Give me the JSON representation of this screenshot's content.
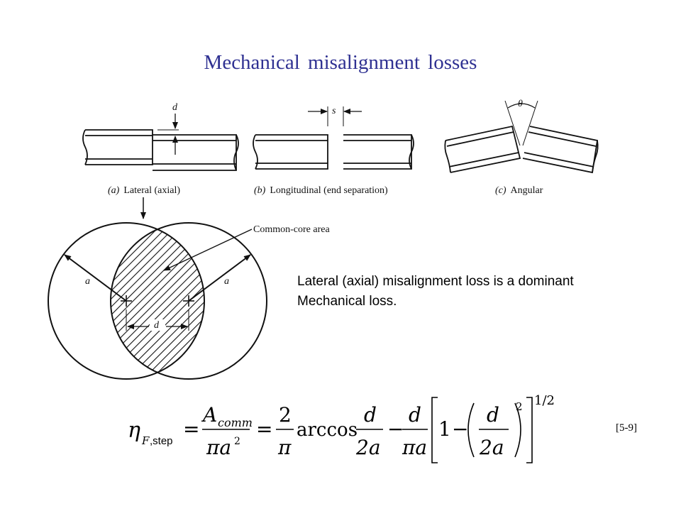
{
  "slide": {
    "title": "Mechanical misalignment losses",
    "description_line1": "Lateral (axial) misalignment loss is a dominant",
    "description_line2": "Mechanical loss.",
    "reference": "[5-9]"
  },
  "figures": {
    "a": {
      "tag": "(a)",
      "caption": "Lateral (axial)",
      "symbol": "d"
    },
    "b": {
      "tag": "(b)",
      "caption": "Longitudinal (end separation)",
      "symbol": "s"
    },
    "c": {
      "tag": "(c)",
      "caption": "Angular",
      "symbol": "θ"
    }
  },
  "overlap": {
    "label": "Common-core area",
    "radius_left": "a",
    "radius_right": "a",
    "offset": "d"
  },
  "formula": {
    "eta": "η",
    "eta_sub": "F",
    "eta_sub2": ",step",
    "eq1": "=",
    "num1": "A",
    "num1_sub": "comm",
    "den1": "πa",
    "den1_sup": "2",
    "eq2": "=",
    "num2": "2",
    "den2": "π",
    "arccos": "arccos",
    "num3": "d",
    "den3": "2a",
    "minus1": "−",
    "num4": "d",
    "den4": "πa",
    "one": "1",
    "minus2": "−",
    "num5": "d",
    "den5": "2a",
    "inner_exp": "2",
    "outer_exp": "1/2"
  }
}
